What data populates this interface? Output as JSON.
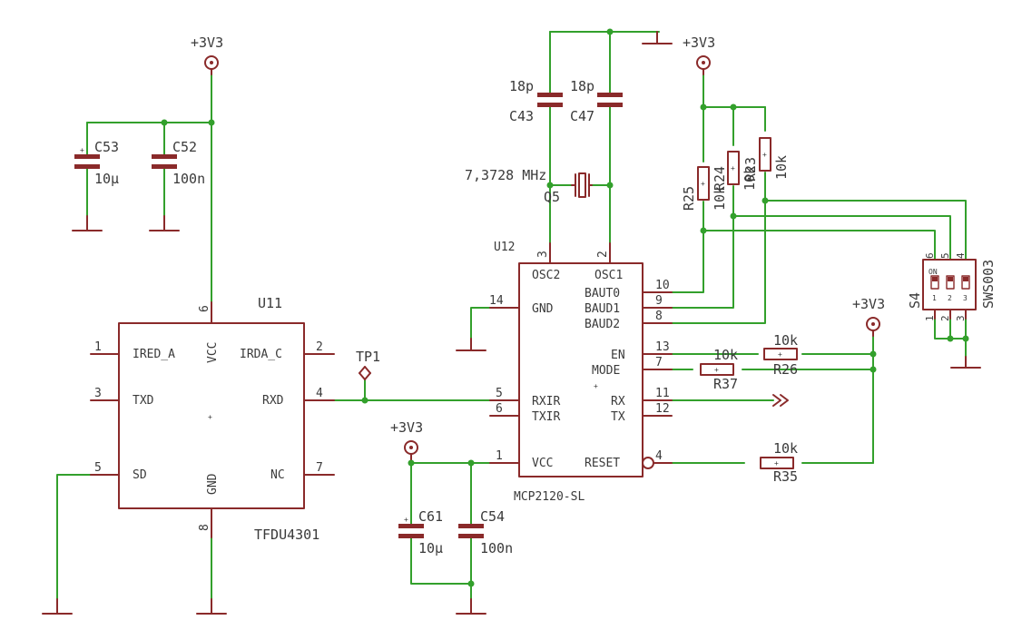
{
  "supply": "+3V3",
  "u11": {
    "name": "U11",
    "value": "TFDU4301",
    "pins": {
      "ired_a": "IRED_A",
      "txd": "TXD",
      "sd": "SD",
      "vcc": "VCC",
      "gnd": "GND",
      "irda_c": "IRDA_C",
      "rxd": "RXD",
      "nc": "NC"
    },
    "pin_numbers": {
      "ired_a": "1",
      "txd": "3",
      "sd": "5",
      "vcc": "6",
      "gnd": "8",
      "irda_c": "2",
      "rxd": "4",
      "nc": "7"
    }
  },
  "u12": {
    "name": "U12",
    "value": "MCP2120-SL",
    "pins": {
      "osc2": "OSC2",
      "osc1": "OSC1",
      "gnd": "GND",
      "baud0": "BAUT0",
      "baud1": "BAUD1",
      "baud2": "BAUD2",
      "en": "EN",
      "mode": "MODE",
      "rxir": "RXIR",
      "txir": "TXIR",
      "rx": "RX",
      "tx": "TX",
      "vcc": "VCC",
      "reset": "RESET"
    },
    "pin_numbers": {
      "osc2": "3",
      "osc1": "2",
      "gnd": "14",
      "baud0": "10",
      "baud1": "9",
      "baud2": "8",
      "en": "13",
      "mode": "7",
      "rxir": "5",
      "txir": "6",
      "rx": "11",
      "tx": "12",
      "vcc": "1",
      "reset": "4"
    }
  },
  "caps": {
    "c53": {
      "name": "C53",
      "value": "10µ"
    },
    "c52": {
      "name": "C52",
      "value": "100n"
    },
    "c43": {
      "name": "C43",
      "value": "18p"
    },
    "c47": {
      "name": "C47",
      "value": "18p"
    },
    "c61": {
      "name": "C61",
      "value": "10µ"
    },
    "c54": {
      "name": "C54",
      "value": "100n"
    }
  },
  "resistors": {
    "r25": {
      "name": "R25",
      "value": "10k"
    },
    "r24": {
      "name": "R24",
      "value": "10k"
    },
    "r23": {
      "name": "R23",
      "value": "10k"
    },
    "r26": {
      "name": "R26",
      "value": "10k"
    },
    "r37": {
      "name": "R37",
      "value": "10k"
    },
    "r35": {
      "name": "R35",
      "value": "10k"
    }
  },
  "crystal": {
    "name": "Q5",
    "value": "7,3728 MHz"
  },
  "testpoint": {
    "name": "TP1"
  },
  "switch": {
    "name": "S4",
    "value": "SWS003",
    "on_label": "ON",
    "top_pins": [
      "6",
      "5",
      "4"
    ],
    "bottom_pins": [
      "1",
      "2",
      "3"
    ],
    "inner_numbers": [
      "1",
      "2",
      "3"
    ]
  }
}
